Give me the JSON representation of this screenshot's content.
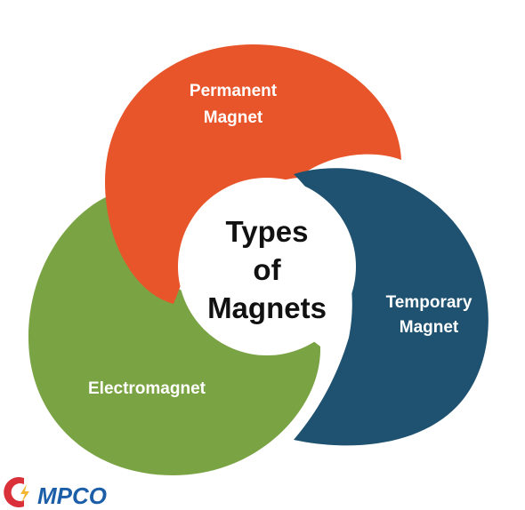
{
  "center": {
    "line1": "Types",
    "line2": "of",
    "line3": "Magnets"
  },
  "petals": [
    {
      "line1": "Permanent",
      "line2": "Magnet",
      "color": "#E8552A"
    },
    {
      "line1": "Temporary",
      "line2": "Magnet",
      "color": "#1F5270"
    },
    {
      "line1": "Electromagnet",
      "color": "#7AA344"
    }
  ],
  "logo": {
    "text": "MPCO",
    "text_color": "#1C5FA8",
    "mark_color": "#D9303A",
    "bolt_color": "#F2B631"
  }
}
